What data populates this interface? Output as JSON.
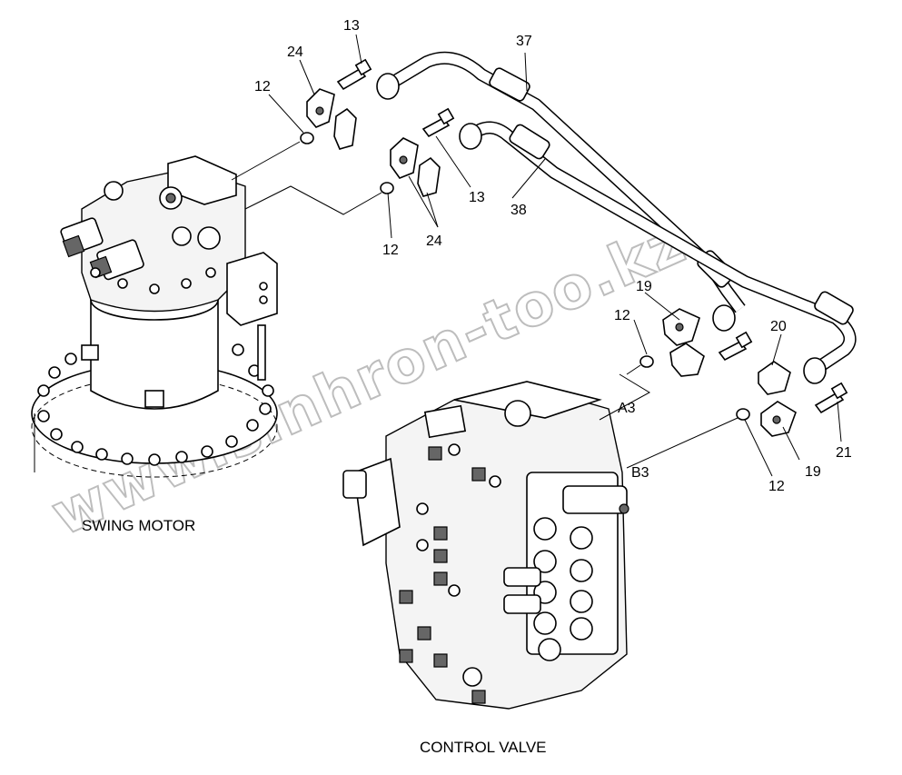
{
  "captions": {
    "swing_motor": "SWING MOTOR",
    "control_valve": "CONTROL VALVE"
  },
  "ports": {
    "a3": "A3",
    "b3": "B3"
  },
  "callouts": {
    "c13_top": "13",
    "c24_top": "24",
    "c12_top": "12",
    "c37": "37",
    "c13_mid": "13",
    "c38": "38",
    "c12_mid": "12",
    "c24_mid": "24",
    "c19_a": "19",
    "c12_a": "12",
    "c20": "20",
    "c21": "21",
    "c19_b": "19",
    "c12_b": "12"
  },
  "watermark": "www.sinhron-too.kz"
}
